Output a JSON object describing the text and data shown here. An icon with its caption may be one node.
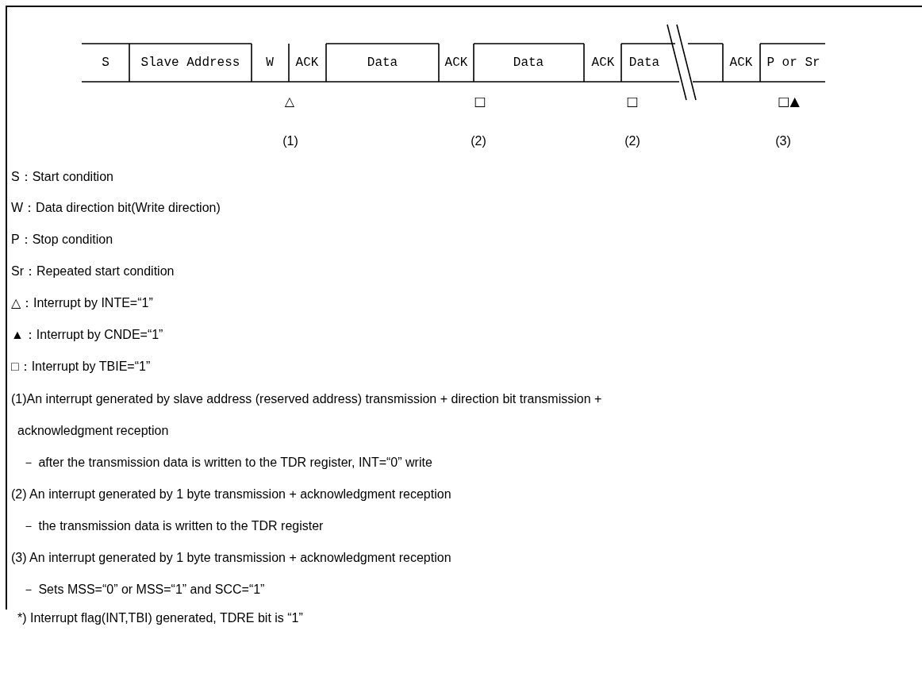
{
  "diagram": {
    "labels": [
      "S",
      "Slave Address",
      "W",
      "ACK",
      "Data",
      "ACK",
      "Data",
      "ACK",
      "Data",
      "ACK",
      "P or Sr",
      "△",
      "□",
      "□",
      "□▲",
      "(1)",
      "(2)",
      "(2)",
      "(3)",
      "S：Start condition",
      "W：Data direction bit(Write direction)",
      "P：Stop condition",
      "Sr：Repeated start condition",
      "△：Interrupt by INTE=“1”",
      "▲：Interrupt by CNDE=“1”",
      "□：Interrupt by TBIE=“1”",
      "(1)An interrupt generated by slave address (reserved address) transmission + direction bit transmission +",
      "acknowledgment reception",
      "－ after the transmission data is written to the TDR register, INT=“0” write",
      "(2) An interrupt generated by 1 byte transmission + acknowledgment reception",
      "－ the transmission data is written to the TDR register",
      "(3) An interrupt generated by 1 byte transmission + acknowledgment reception",
      "－ Sets MSS=“0” or MSS=“1” and SCC=“1”",
      "*) Interrupt flag(INT,TBI) generated, TDRE bit is “1”"
    ]
  }
}
